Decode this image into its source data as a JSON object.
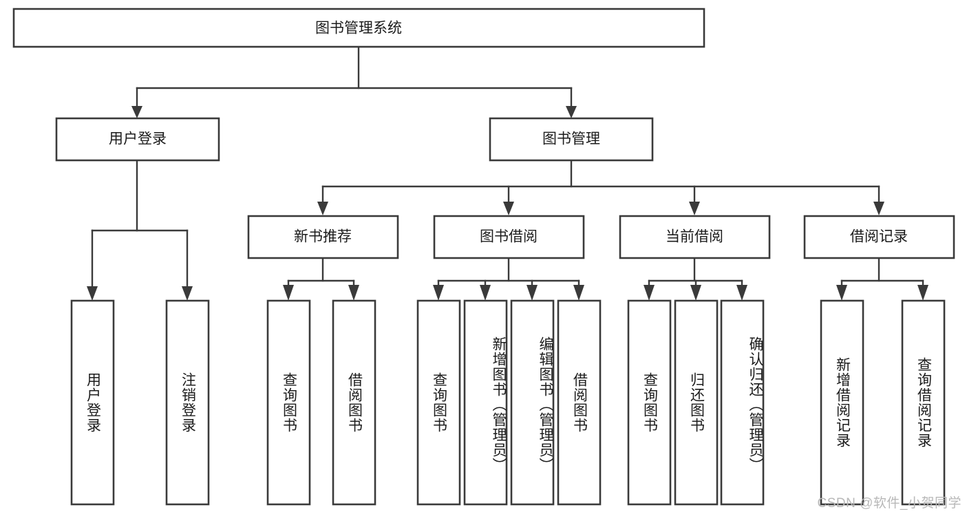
{
  "diagram": {
    "title": "图书管理系统",
    "type": "hierarchy-tree",
    "root": {
      "id": "root",
      "label": "图书管理系统",
      "orientation": "horizontal"
    },
    "level2": [
      {
        "id": "user-login",
        "label": "用户登录",
        "orientation": "horizontal"
      },
      {
        "id": "book-management",
        "label": "图书管理",
        "orientation": "horizontal"
      }
    ],
    "level3": [
      {
        "id": "new-book-recommend",
        "label": "新书推荐",
        "orientation": "horizontal",
        "parent": "book-management"
      },
      {
        "id": "book-borrow",
        "label": "图书借阅",
        "orientation": "horizontal",
        "parent": "book-management"
      },
      {
        "id": "current-borrow",
        "label": "当前借阅",
        "orientation": "horizontal",
        "parent": "book-management"
      },
      {
        "id": "borrow-record",
        "label": "借阅记录",
        "orientation": "horizontal",
        "parent": "book-management"
      }
    ],
    "leaves": [
      {
        "id": "leaf-user-login",
        "label": "用户登录",
        "parent": "user-login",
        "orientation": "vertical"
      },
      {
        "id": "leaf-logout-login",
        "label": "注销登录",
        "parent": "user-login",
        "orientation": "vertical"
      },
      {
        "id": "leaf-query-book-1",
        "label": "查询图书",
        "parent": "new-book-recommend",
        "orientation": "vertical"
      },
      {
        "id": "leaf-borrow-book-1",
        "label": "借阅图书",
        "parent": "new-book-recommend",
        "orientation": "vertical"
      },
      {
        "id": "leaf-query-book-2",
        "label": "查询图书",
        "parent": "book-borrow",
        "orientation": "vertical"
      },
      {
        "id": "leaf-add-book",
        "label": "新增图书（管理员）",
        "parent": "book-borrow",
        "orientation": "vertical"
      },
      {
        "id": "leaf-edit-book",
        "label": "编辑图书（管理员）",
        "parent": "book-borrow",
        "orientation": "vertical"
      },
      {
        "id": "leaf-borrow-book-2",
        "label": "借阅图书",
        "parent": "book-borrow",
        "orientation": "vertical"
      },
      {
        "id": "leaf-query-book-3",
        "label": "查询图书",
        "parent": "current-borrow",
        "orientation": "vertical"
      },
      {
        "id": "leaf-return-book",
        "label": "归还图书",
        "parent": "current-borrow",
        "orientation": "vertical"
      },
      {
        "id": "leaf-confirm-return",
        "label": "确认归还（管理员）",
        "parent": "current-borrow",
        "orientation": "vertical"
      },
      {
        "id": "leaf-add-borrow-record",
        "label": "新增借阅记录",
        "parent": "borrow-record",
        "orientation": "vertical"
      },
      {
        "id": "leaf-query-borrow-record",
        "label": "查询借阅记录",
        "parent": "borrow-record",
        "orientation": "vertical"
      }
    ],
    "colors": {
      "box_stroke": "#3a3a3a",
      "box_fill": "#ffffff",
      "connector": "#3a3a3a",
      "text": "#1b1b1b",
      "background": "#ffffff",
      "watermark": "#b8b8b8"
    }
  },
  "watermark": {
    "text": "CSDN @软件_小贺同学"
  }
}
